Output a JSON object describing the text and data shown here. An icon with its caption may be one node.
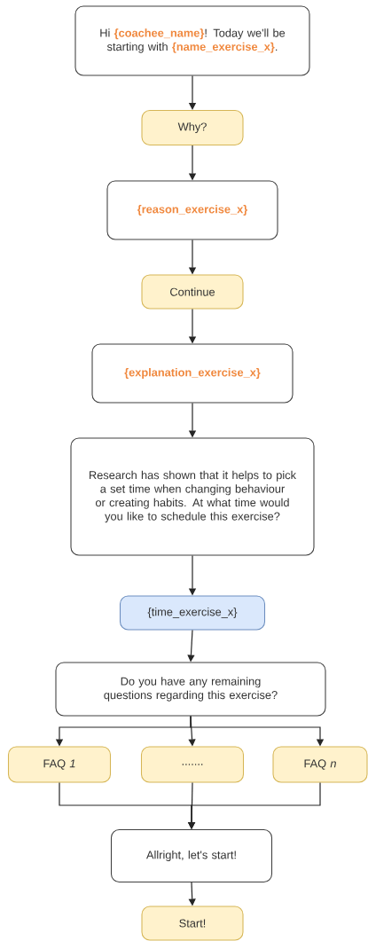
{
  "diagram": {
    "nodes": [
      {
        "text": [
          "Hi **{coachee_name}**!  Today we'll be starting with **{name_exercise_x}**."
        ]
      },
      {
        "text": [
          "Why?"
        ]
      },
      {
        "text": [
          "{reason_exercise_x}"
        ]
      },
      {
        "text": [
          "Continue"
        ]
      },
      {
        "text": [
          "{explanation_exercise_x}"
        ]
      },
      {
        "text": [
          "Research has shown that it helps to pick a set time when changing behaviour or creating habits. At what time would you like to schedule this exercise?"
        ]
      },
      {
        "text": [
          "{time_exercise_x}"
        ]
      },
      {
        "text": [
          "Do you have any remaining questions regarding this exercise?"
        ]
      },
      {
        "text": [
          "FAQ *1*"
        ]
      },
      {
        "text": [
          "......."
        ]
      },
      {
        "text": [
          "FAQ *n*"
        ]
      },
      {
        "text": [
          "Allright, let's start!"
        ]
      },
      {
        "text": [
          "Start!"
        ]
      }
    ],
    "edges": [
      {
        "from": 0,
        "to": 1,
        "arrow": "to"
      },
      {
        "from": 1,
        "to": 2,
        "arrow": "to"
      },
      {
        "from": 2,
        "to": 3,
        "arrow": "to"
      },
      {
        "from": 3,
        "to": 4,
        "arrow": "to"
      },
      {
        "from": 4,
        "to": 5,
        "arrow": "to"
      },
      {
        "from": 5,
        "to": 6,
        "arrow": "to"
      },
      {
        "from": 6,
        "to": 7,
        "arrow": "to"
      },
      {
        "from": 7,
        "to": 8,
        "arrow": "to"
      },
      {
        "from": 7,
        "to": 9,
        "arrow": "to"
      },
      {
        "from": 7,
        "to": 10,
        "arrow": "to"
      },
      {
        "from": 8,
        "to": 11,
        "arrow": "to"
      },
      {
        "from": 9,
        "to": 11,
        "arrow": "to"
      },
      {
        "from": 10,
        "to": 11,
        "arrow": "to"
      },
      {
        "from": 11,
        "to": 12,
        "arrow": "to"
      }
    ]
  }
}
